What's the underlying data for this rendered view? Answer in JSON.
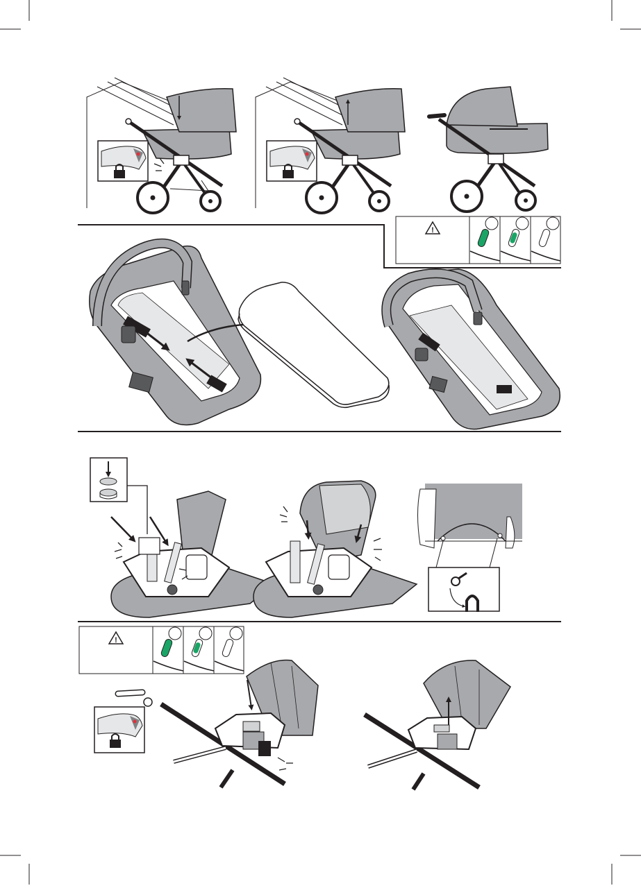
{
  "page": {
    "background": "#ffffff",
    "colors": {
      "line": "#231f20",
      "fabric": "#a7a9ac",
      "fabric_light": "#d1d3d4",
      "panel_light": "#e6e7e8",
      "indicator_green": "#1aa566",
      "indicator_red": "#e0303a"
    }
  },
  "icons": {
    "warning": "warning-triangle-icon",
    "lock": "padlock-icon",
    "arrow": "arrow-icon",
    "click": "click-burst-icon"
  },
  "warning_panels": {
    "top": {
      "symbol": "!",
      "indicators": [
        "green-filled",
        "green-half",
        "empty"
      ]
    },
    "bottom": {
      "symbol": "!",
      "indicators": [
        "green-filled",
        "green-half",
        "empty"
      ]
    }
  },
  "step1": {
    "panels": [
      "fold-carrycot",
      "unfold-carrycot",
      "carrycot-attached"
    ]
  },
  "step2": {
    "panels": [
      "remove-mattress",
      "mattress",
      "carrycot-open"
    ]
  },
  "step3": {
    "panels": [
      "press-buttons-seat",
      "attach-canopy",
      "hook-canopy-detail"
    ]
  },
  "step4": {
    "panels": [
      "attach-seat-lock",
      "release-seat"
    ]
  }
}
